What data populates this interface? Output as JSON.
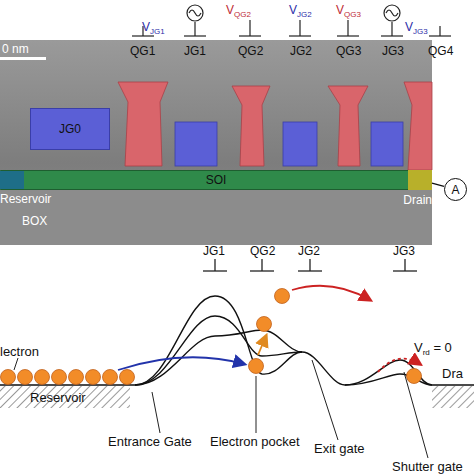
{
  "diagram": {
    "nodes": [
      {
        "text": [
          "JG0"
        ]
      },
      {
        "text": [
          "SOI"
        ]
      },
      {
        "text": [
          "Reservoir"
        ]
      },
      {
        "text": [
          "Drain"
        ]
      },
      {
        "text": [
          "A"
        ]
      }
    ],
    "edges": [
      {
        "from": 3,
        "to": 4,
        "arrow": "none"
      }
    ],
    "labels": [
      "VJG1",
      "VQG2",
      "VJG2",
      "VQG3",
      "VJG3",
      "QG1",
      "JG1",
      "QG2",
      "JG2",
      "QG3",
      "JG3",
      "QG4",
      "0 nm",
      "BOX",
      "JG1",
      "QG2",
      "JG2",
      "JG3",
      "lectron",
      "Reservoir",
      "Vrd = 0",
      "Dra",
      "Entrance Gate",
      "Electron pocket",
      "Exit gate",
      "Shutter gate"
    ]
  }
}
